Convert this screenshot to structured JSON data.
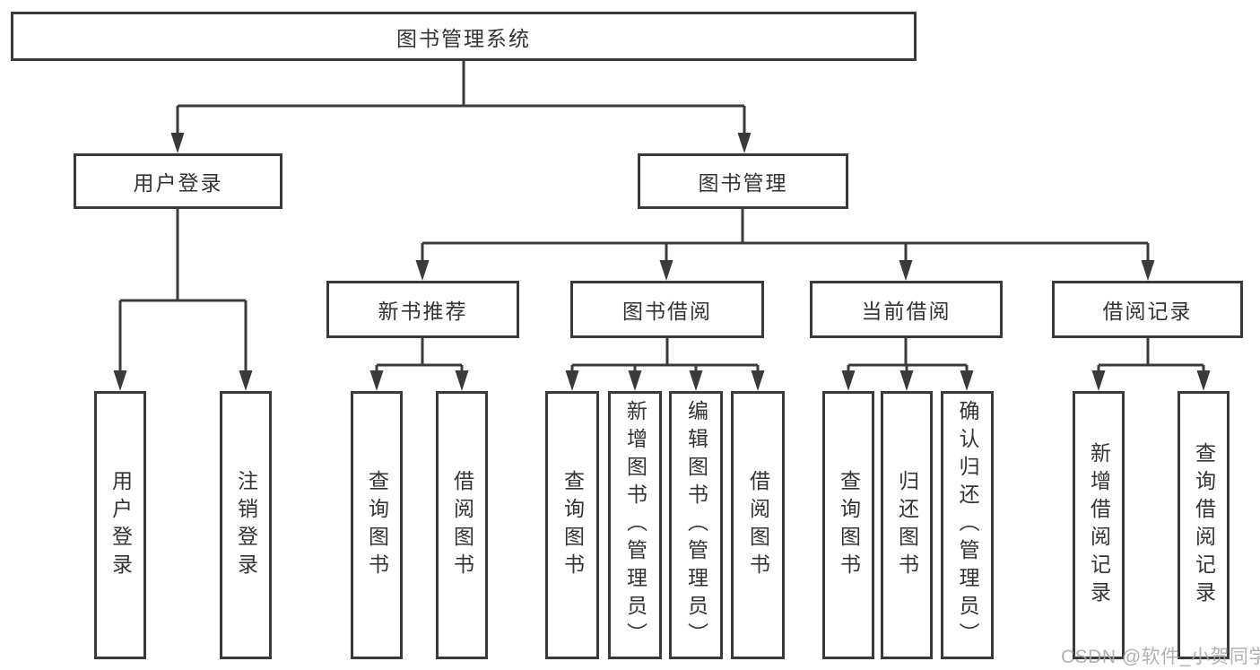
{
  "diagram": {
    "root": {
      "label": "图书管理系统"
    },
    "level2": [
      {
        "label": "用户登录",
        "children": [
          {
            "label": "用户登录"
          },
          {
            "label": "注销登录"
          }
        ]
      },
      {
        "label": "图书管理",
        "children": [
          {
            "label": "新书推荐",
            "children": [
              {
                "label": "查询图书"
              },
              {
                "label": "借阅图书"
              }
            ]
          },
          {
            "label": "图书借阅",
            "children": [
              {
                "label": "查询图书"
              },
              {
                "label": "新增图书（管理员）"
              },
              {
                "label": "编辑图书（管理员）"
              },
              {
                "label": "借阅图书"
              }
            ]
          },
          {
            "label": "当前借阅",
            "children": [
              {
                "label": "查询图书"
              },
              {
                "label": "归还图书"
              },
              {
                "label": "确认归还（管理员）"
              }
            ]
          },
          {
            "label": "借阅记录",
            "children": [
              {
                "label": "新增借阅记录"
              },
              {
                "label": "查询借阅记录"
              }
            ]
          }
        ]
      }
    ]
  },
  "watermark": {
    "text": "CSDN @软件_小贺同学"
  },
  "colors": {
    "line": "#3a3a3a",
    "text": "#333333",
    "watermark": "#a9a9a9",
    "background": "#ffffff"
  }
}
